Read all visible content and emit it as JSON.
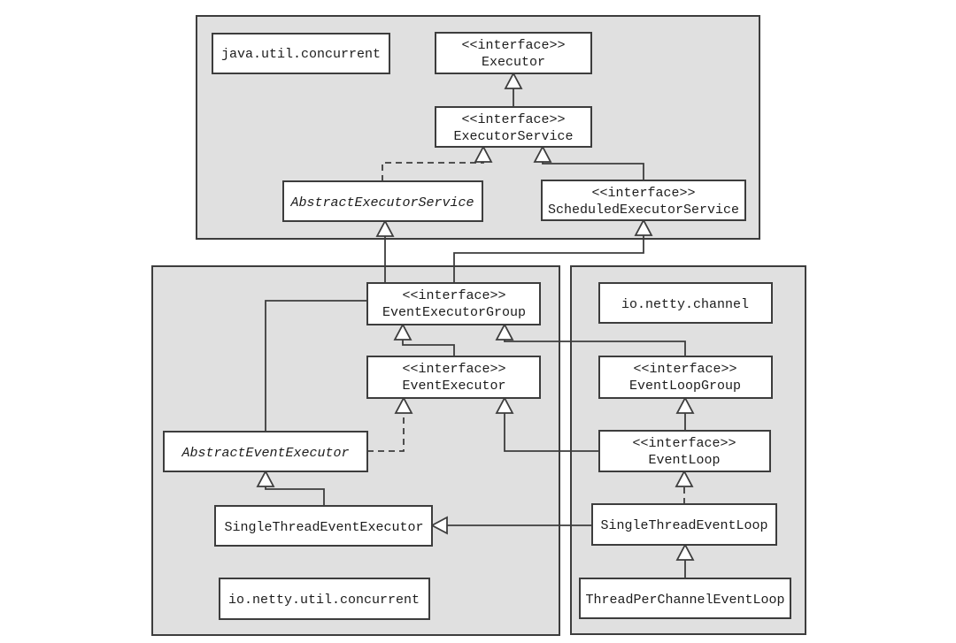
{
  "diagram": {
    "kind": "uml-class-diagram"
  },
  "colors": {
    "package_fill": "#e0e0e0",
    "node_fill": "#ffffff",
    "line": "#3d3d3d",
    "text": "#1c1c1c"
  },
  "packages": {
    "java_util_concurrent": {
      "label": "java.util.concurrent"
    },
    "io_netty_util_concurrent": {
      "label": "io.netty.util.concurrent"
    },
    "io_netty_channel": {
      "label": "io.netty.channel"
    }
  },
  "nodes": {
    "executor": {
      "stereotype": "<<interface>>",
      "name": "Executor",
      "package": "java.util.concurrent"
    },
    "executor_service": {
      "stereotype": "<<interface>>",
      "name": "ExecutorService",
      "package": "java.util.concurrent"
    },
    "abstract_executor_service": {
      "name": "AbstractExecutorService",
      "abstract": true,
      "package": "java.util.concurrent"
    },
    "scheduled_executor_service": {
      "stereotype": "<<interface>>",
      "name": "ScheduledExecutorService",
      "package": "java.util.concurrent"
    },
    "event_executor_group": {
      "stereotype": "<<interface>>",
      "name": "EventExecutorGroup",
      "package": "io.netty.util.concurrent"
    },
    "event_executor": {
      "stereotype": "<<interface>>",
      "name": "EventExecutor",
      "package": "io.netty.util.concurrent"
    },
    "abstract_event_executor": {
      "name": "AbstractEventExecutor",
      "abstract": true,
      "package": "io.netty.util.concurrent"
    },
    "single_thread_event_executor": {
      "name": "SingleThreadEventExecutor",
      "package": "io.netty.util.concurrent"
    },
    "event_loop_group": {
      "stereotype": "<<interface>>",
      "name": "EventLoopGroup",
      "package": "io.netty.channel"
    },
    "event_loop": {
      "stereotype": "<<interface>>",
      "name": "EventLoop",
      "package": "io.netty.channel"
    },
    "single_thread_event_loop": {
      "name": "SingleThreadEventLoop",
      "package": "io.netty.channel"
    },
    "thread_per_channel_event_loop": {
      "name": "ThreadPerChannelEventLoop",
      "package": "io.netty.channel"
    }
  },
  "relationships": [
    {
      "from": "ExecutorService",
      "to": "Executor",
      "type": "extends",
      "line": "solid"
    },
    {
      "from": "AbstractExecutorService",
      "to": "ExecutorService",
      "type": "implements",
      "line": "dashed"
    },
    {
      "from": "ScheduledExecutorService",
      "to": "ExecutorService",
      "type": "extends",
      "line": "solid"
    },
    {
      "from": "EventExecutorGroup",
      "to": "ScheduledExecutorService",
      "type": "extends",
      "line": "solid"
    },
    {
      "from": "AbstractEventExecutor",
      "to": "AbstractExecutorService",
      "type": "extends",
      "line": "solid"
    },
    {
      "from": "EventExecutor",
      "to": "EventExecutorGroup",
      "type": "extends",
      "line": "solid"
    },
    {
      "from": "EventLoopGroup",
      "to": "EventExecutorGroup",
      "type": "extends",
      "line": "solid"
    },
    {
      "from": "AbstractEventExecutor",
      "to": "EventExecutor",
      "type": "implements",
      "line": "dashed"
    },
    {
      "from": "EventLoop",
      "to": "EventExecutor",
      "type": "extends",
      "line": "solid"
    },
    {
      "from": "EventLoop",
      "to": "EventLoopGroup",
      "type": "extends",
      "line": "solid"
    },
    {
      "from": "SingleThreadEventExecutor",
      "to": "AbstractEventExecutor",
      "type": "extends",
      "line": "solid"
    },
    {
      "from": "SingleThreadEventLoop",
      "to": "SingleThreadEventExecutor",
      "type": "extends",
      "line": "solid"
    },
    {
      "from": "SingleThreadEventLoop",
      "to": "EventLoop",
      "type": "implements",
      "line": "dashed"
    },
    {
      "from": "ThreadPerChannelEventLoop",
      "to": "SingleThreadEventLoop",
      "type": "extends",
      "line": "solid"
    }
  ]
}
